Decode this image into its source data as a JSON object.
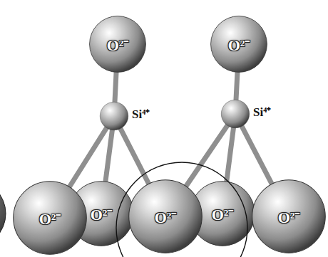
{
  "diagram": {
    "nodes": [
      {
        "text": [
          "O²⁻"
        ]
      },
      {
        "text": [
          "O²⁻"
        ]
      },
      {
        "text": [
          "Si⁴⁺"
        ]
      },
      {
        "text": [
          "Si⁴⁺"
        ]
      },
      {
        "text": [
          "O²⁻"
        ]
      },
      {
        "text": [
          "O²⁻"
        ]
      },
      {
        "text": [
          "O²⁻"
        ]
      },
      {
        "text": [
          "O²⁻"
        ]
      },
      {
        "text": [
          "O²⁻"
        ]
      }
    ],
    "edges": [
      {
        "from": 0,
        "to": 2,
        "arrow": "none"
      },
      {
        "from": 1,
        "to": 3,
        "arrow": "none"
      },
      {
        "from": 2,
        "to": 4,
        "arrow": "none"
      },
      {
        "from": 2,
        "to": 5,
        "arrow": "none"
      },
      {
        "from": 2,
        "to": 6,
        "arrow": "none"
      },
      {
        "from": 3,
        "to": 6,
        "arrow": "none"
      },
      {
        "from": 3,
        "to": 7,
        "arrow": "none"
      },
      {
        "from": 3,
        "to": 8,
        "arrow": "none"
      }
    ]
  }
}
